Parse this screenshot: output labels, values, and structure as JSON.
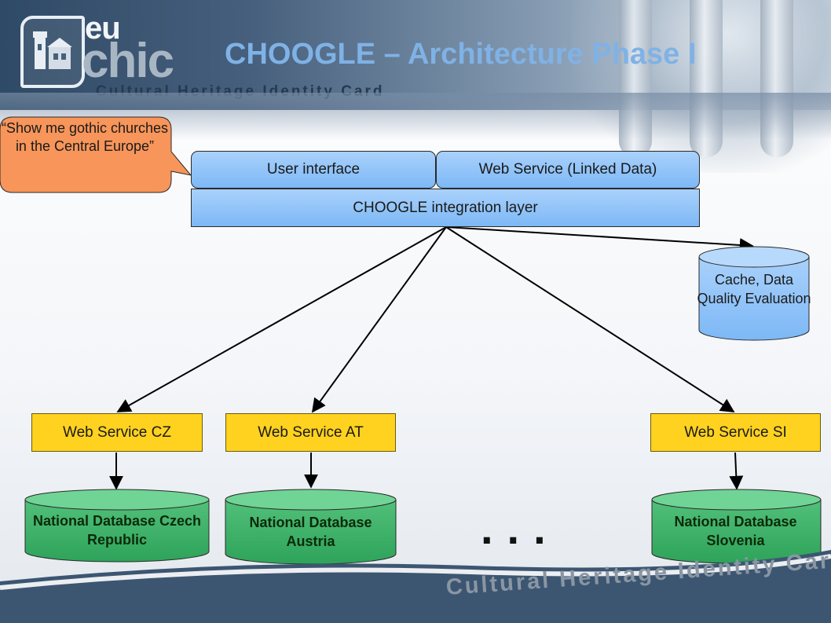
{
  "header": {
    "logo": {
      "eu": "eu",
      "chic": "chic",
      "tagline": "Cultural Heritage Identity Card"
    },
    "title": "CHOOGLE – Architecture Phase I"
  },
  "callout": {
    "text": "“Show me gothic churches in the Central Europe”",
    "color": "#f7955a"
  },
  "top_layer": {
    "user_interface": "User interface",
    "web_service_linked": "Web Service (Linked Data)",
    "integration_layer": "CHOOGLE integration layer"
  },
  "cache": {
    "label": "Cache, Data Quality Evaluation"
  },
  "web_services": {
    "cz": "Web Service CZ",
    "at": "Web Service AT",
    "si": "Web Service SI"
  },
  "databases": {
    "cz": "National Database Czech Republic",
    "at": "National Database Austria",
    "si": "National Database Slovenia"
  },
  "ellipsis": "...",
  "footer": {
    "tagline": "Cultural Heritage Identity Card"
  },
  "colors": {
    "title": "#7fb2e6",
    "blue_box": "#8cc2f8",
    "web_service": "#ffd21f",
    "database": "#5fca86",
    "footer_band": "#3c5672"
  }
}
